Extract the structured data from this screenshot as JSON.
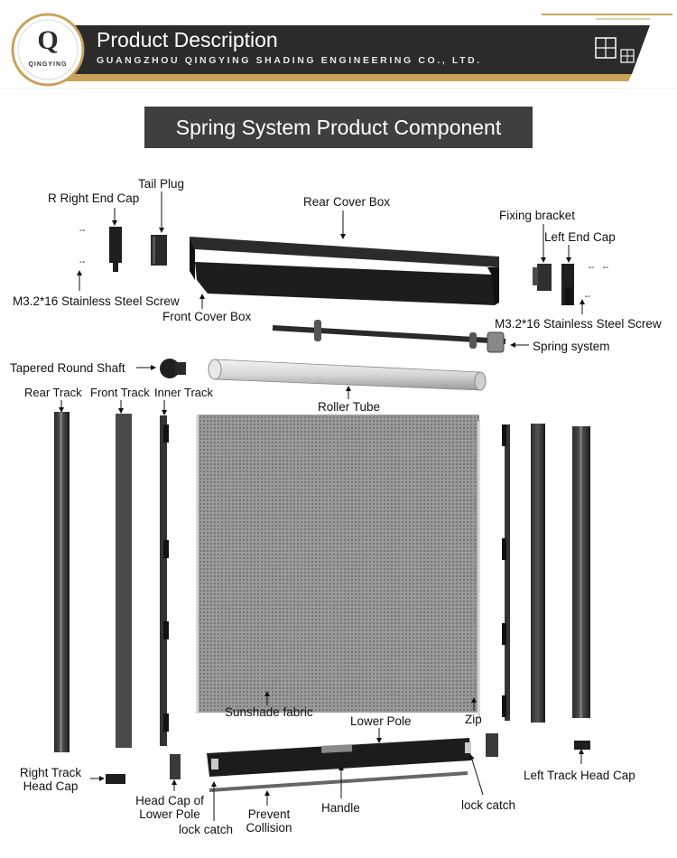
{
  "header": {
    "title": "Product Description",
    "company": "GUANGZHOU QINGYING SHADING ENGINEERING CO., LTD.",
    "logo_letter": "Q",
    "logo_text": "QINGYING",
    "colors": {
      "dark": "#2b2b2b",
      "gold": "#c9a25a"
    }
  },
  "section_title": "Spring System Product Component",
  "labels": {
    "r_right_end_cap": "R Right End Cap",
    "tail_plug": "Tail Plug",
    "rear_cover_box": "Rear Cover Box",
    "fixing_bracket": "Fixing bracket",
    "left_end_cap": "Left End Cap",
    "screw_left": "M3.2*16 Stainless Steel Screw",
    "front_cover_box": "Front Cover Box",
    "screw_right": "M3.2*16 Stainless Steel Screw",
    "spring_system": "Spring system",
    "tapered_round_shaft": "Tapered Round Shaft",
    "rear_track": "Rear Track",
    "front_track": "Front Track",
    "inner_track": "Inner Track",
    "roller_tube": "Roller Tube",
    "sunshade_fabric": "Sunshade fabric",
    "lower_pole": "Lower Pole",
    "zip": "Zip",
    "right_track_head_cap_1": "Right Track",
    "right_track_head_cap_2": "Head Cap",
    "left_track_head_cap": "Left Track Head Cap",
    "head_cap_lower_pole_1": "Head Cap of",
    "head_cap_lower_pole_2": "Lower Pole",
    "handle": "Handle",
    "prevent_collision_1": "Prevent",
    "prevent_collision_2": "Collision",
    "lock_catch_left": "lock catch",
    "lock_catch_right": "lock catch"
  }
}
